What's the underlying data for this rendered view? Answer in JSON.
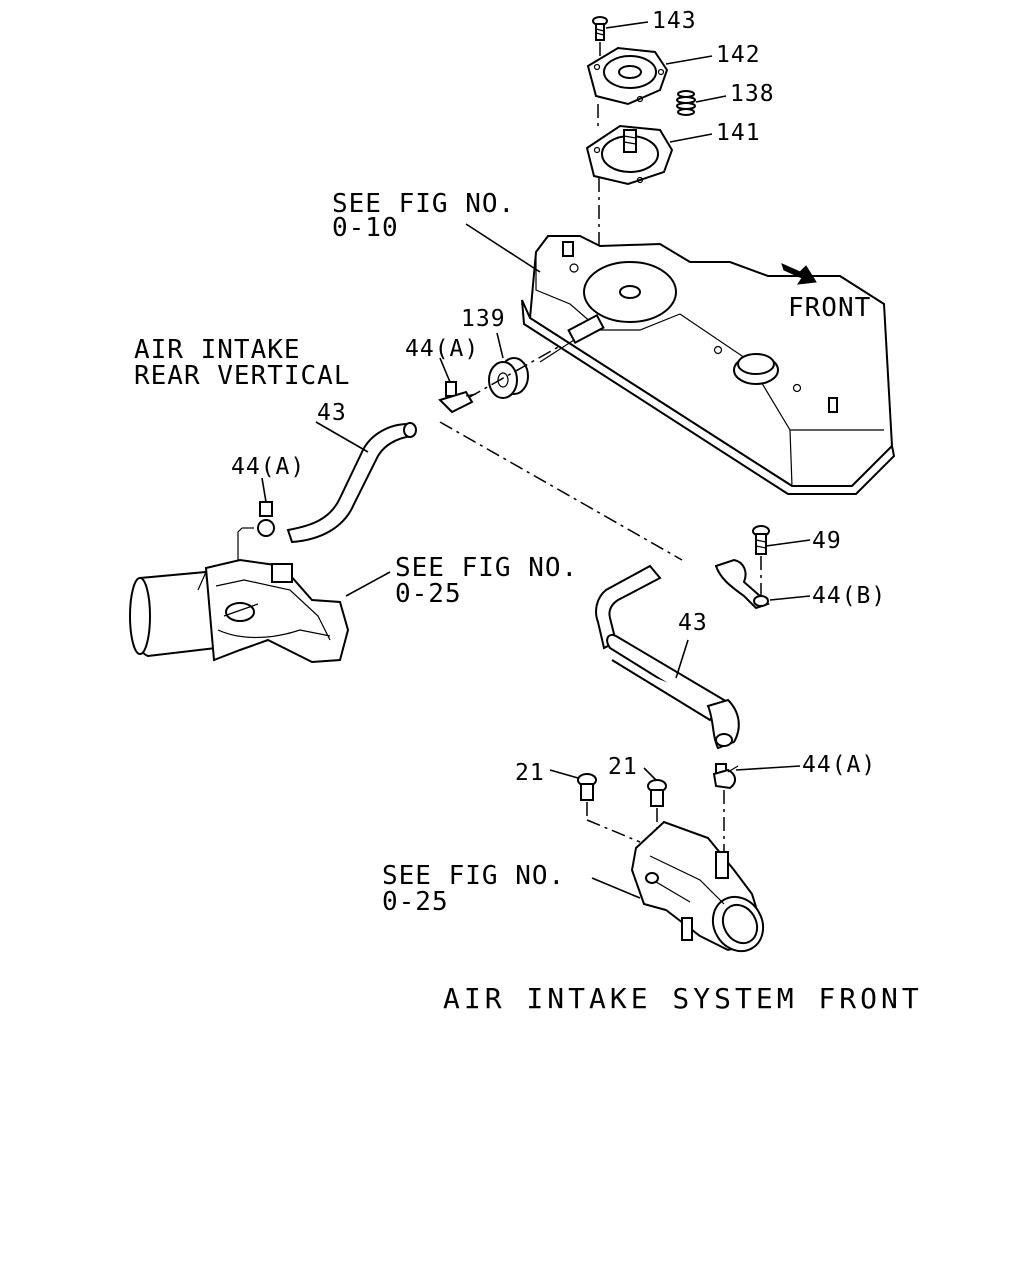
{
  "callouts": {
    "p143": "143",
    "p142": "142",
    "p138": "138",
    "p141": "141",
    "p139": "139",
    "p44a_top": "44(A)",
    "p43_left": "43",
    "p44a_left": "44(A)",
    "p49": "49",
    "p44b": "44(B)",
    "p43_right": "43",
    "p21_left": "21",
    "p21_right": "21",
    "p44a_bottom": "44(A)"
  },
  "references": {
    "fig_0_10": {
      "line1": "SEE FIG NO.",
      "line2": "0-10"
    },
    "fig_0_25_left": {
      "line1": "SEE FIG NO.",
      "line2": "0-25"
    },
    "fig_0_25_bottom": {
      "line1": "SEE FIG NO.",
      "line2": "0-25"
    }
  },
  "notes": {
    "front": "FRONT",
    "rear_vertical_line1": "AIR INTAKE",
    "rear_vertical_line2": "REAR VERTICAL",
    "system_front": "AIR INTAKE SYSTEM FRONT"
  },
  "icons": {
    "front_arrow": "direction-arrow-icon"
  }
}
